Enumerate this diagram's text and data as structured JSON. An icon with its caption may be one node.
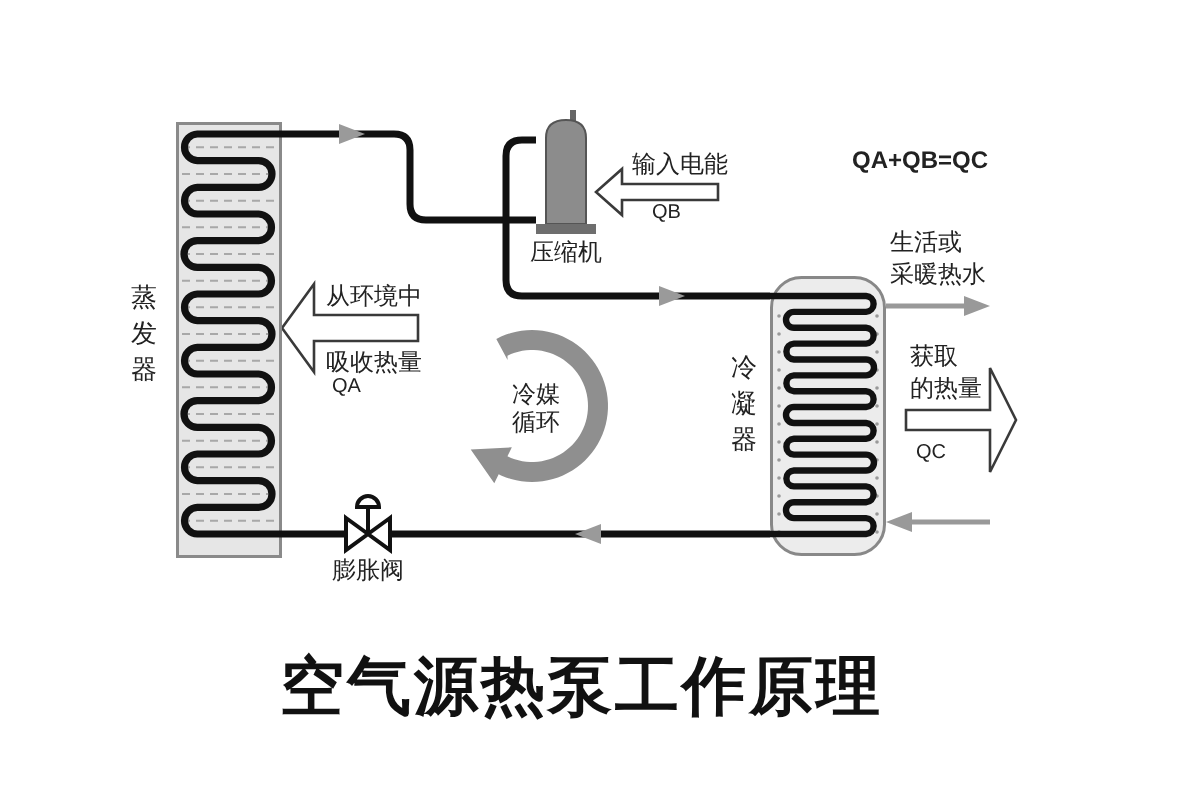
{
  "diagram": {
    "title": "空气源热泵工作原理",
    "nodes": [
      {
        "text": [
          "蒸发器"
        ]
      },
      {
        "text": [
          "压缩机"
        ]
      },
      {
        "text": [
          "冷凝器"
        ]
      },
      {
        "text": [
          "膨胀阀"
        ]
      }
    ],
    "edges": [
      {
        "from": 0,
        "to": 1,
        "arrow": "to"
      },
      {
        "from": 1,
        "to": 2,
        "arrow": "to"
      },
      {
        "from": 2,
        "to": 3,
        "arrow": "to"
      },
      {
        "from": 3,
        "to": 0,
        "arrow": "none"
      },
      {
        "from": null,
        "to": 0,
        "arrow": "to",
        "style": "thick"
      },
      {
        "from": null,
        "to": 1,
        "arrow": "to",
        "style": "thick"
      },
      {
        "from": 2,
        "to": null,
        "arrow": "to",
        "style": "thick"
      },
      {
        "from": 2,
        "to": null,
        "arrow": "to",
        "color": "#999999",
        "label": "生活或采暖热水"
      },
      {
        "from": null,
        "to": 2,
        "arrow": "to",
        "color": "#999999"
      }
    ],
    "labels": [
      "输入电能",
      "QA+QB=QC",
      "QB",
      "从环境中",
      "获取的热量",
      "吸收热量",
      "QA",
      "冷媒循环",
      "QC"
    ]
  }
}
